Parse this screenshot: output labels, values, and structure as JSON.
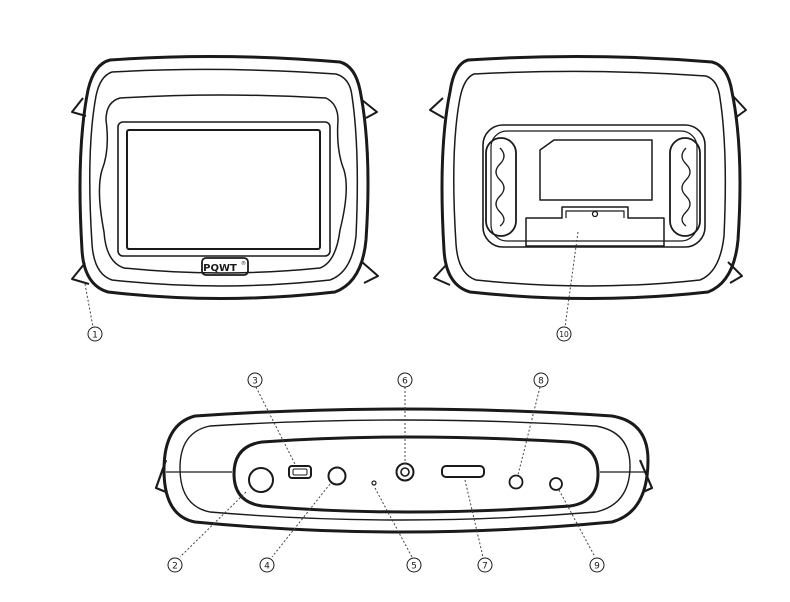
{
  "device": {
    "brand_logo": "PQWT",
    "logo_mark": "®"
  },
  "callouts": [
    {
      "id": "c1",
      "label": "1"
    },
    {
      "id": "c2",
      "label": "2"
    },
    {
      "id": "c3",
      "label": "3"
    },
    {
      "id": "c4",
      "label": "4"
    },
    {
      "id": "c5",
      "label": "5"
    },
    {
      "id": "c6",
      "label": "6"
    },
    {
      "id": "c7",
      "label": "7"
    },
    {
      "id": "c8",
      "label": "8"
    },
    {
      "id": "c9",
      "label": "9"
    },
    {
      "id": "c10",
      "label": "10"
    }
  ],
  "colors": {
    "stroke": "#1a1a1a",
    "leader": "#444444",
    "background": "#ffffff"
  }
}
